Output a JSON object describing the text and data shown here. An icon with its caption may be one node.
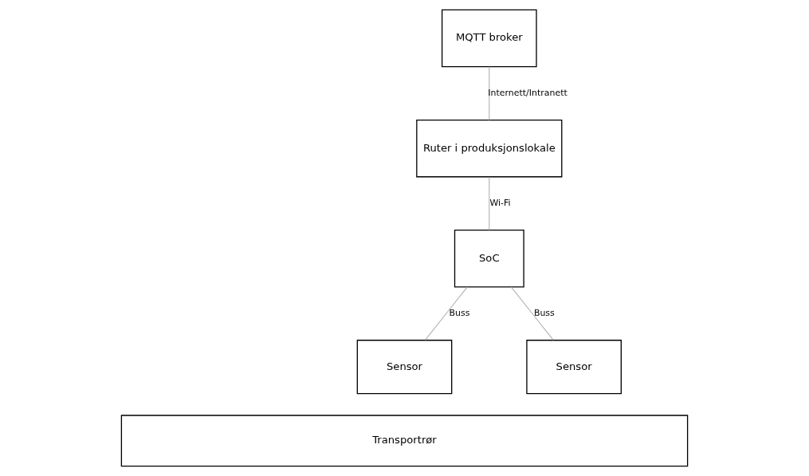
{
  "diagram": {
    "nodes": [
      {
        "text": [
          "MQTT broker"
        ]
      },
      {
        "text": [
          "Ruter i produksjonslokale"
        ]
      },
      {
        "text": [
          "SoC"
        ]
      },
      {
        "text": [
          "Sensor"
        ]
      },
      {
        "text": [
          "Sensor"
        ]
      },
      {
        "text": [
          "Transportrør"
        ]
      }
    ],
    "edges": [
      {
        "from": 0,
        "to": 1,
        "arrow": "none",
        "label": "Internett/Intranett"
      },
      {
        "from": 1,
        "to": 2,
        "arrow": "none",
        "label": "Wi-Fi"
      },
      {
        "from": 2,
        "to": 3,
        "arrow": "none",
        "label": "Buss"
      },
      {
        "from": 2,
        "to": 4,
        "arrow": "none",
        "label": "Buss"
      }
    ]
  }
}
